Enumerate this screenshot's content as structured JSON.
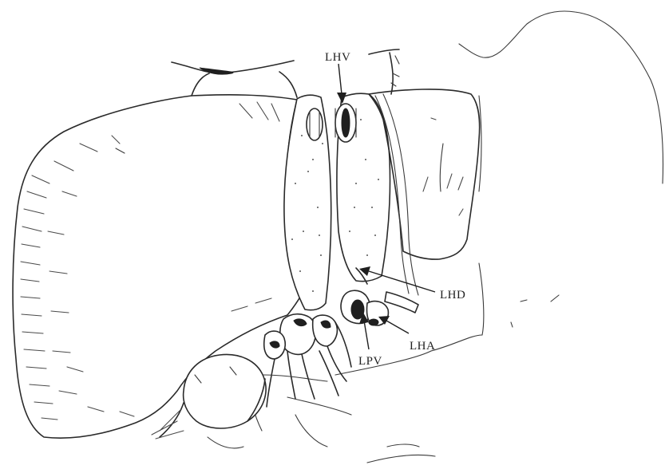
{
  "figure": {
    "labels": {
      "lhv": "LHV",
      "lhd": "LHD",
      "lha": "LHA",
      "lpv": "LPV"
    },
    "colors": {
      "ink": "#2a2a2a",
      "background": "#ffffff"
    }
  }
}
